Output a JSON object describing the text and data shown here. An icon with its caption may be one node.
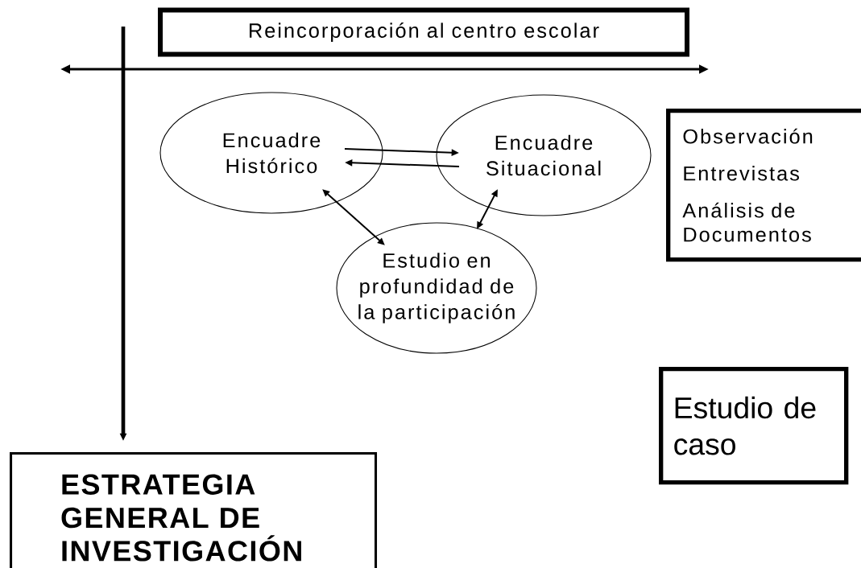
{
  "diagram": {
    "nodes": [
      {
        "text": [
          "Reincorporación al centro escolar"
        ]
      },
      {
        "text": [
          "Encuadre Histórico"
        ]
      },
      {
        "text": [
          "Encuadre Situacional"
        ]
      },
      {
        "text": [
          "Estudio en profundidad de la participación"
        ]
      },
      {
        "text": [
          "Observación",
          "Entrevistas",
          "Análisis de Documentos"
        ]
      },
      {
        "text": [
          "Estudio de caso"
        ]
      },
      {
        "text": [
          "ESTRATEGIA GENERAL DE INVESTIGACIÓN"
        ]
      }
    ],
    "edges": [
      {
        "from": 1,
        "to": 2,
        "arrow": "to"
      },
      {
        "from": 2,
        "to": 1,
        "arrow": "to"
      },
      {
        "from": 1,
        "to": 3,
        "arrow": "both"
      },
      {
        "from": 2,
        "to": 3,
        "arrow": "both"
      },
      {
        "from": null,
        "to": 6,
        "arrow": "to",
        "style": "thick"
      }
    ]
  }
}
